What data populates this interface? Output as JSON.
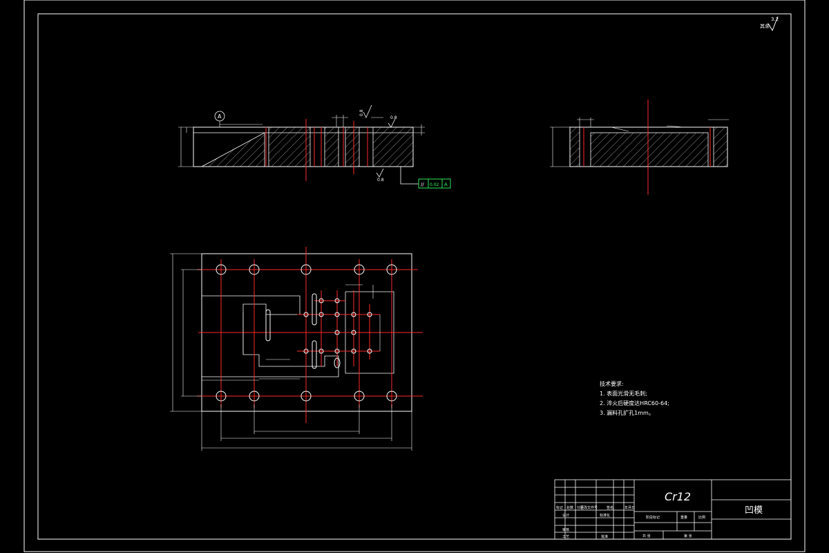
{
  "surface_roughness_corner": "3.2",
  "datum_label": "A",
  "tolerance_frame": {
    "symbol": "//",
    "value": "0.02",
    "datum": "A"
  },
  "roughness_marks": [
    "0.8",
    "0.8",
    "0.8"
  ],
  "tech_requirements": {
    "title": "技术要求:",
    "items": [
      "1. 表面光滑无毛刺;",
      "2. 淬火后硬度达HRC60-64;",
      "3. 漏料孔扩孔1mm。"
    ]
  },
  "title_block": {
    "material": "Cr12",
    "part_name": "凹模",
    "row_labels": [
      "标记",
      "处数",
      "分区",
      "更改文件号",
      "签名",
      "年月日"
    ],
    "row_labels_2": [
      "设计",
      "标准化"
    ],
    "row_labels_3": [
      "审核"
    ],
    "row_labels_4": [
      "工艺",
      "批准"
    ],
    "stage_mark": "阶段标记",
    "weight": "重量",
    "scale": "比例",
    "sheet_count": "共 张",
    "sheet_no": "第 张"
  }
}
